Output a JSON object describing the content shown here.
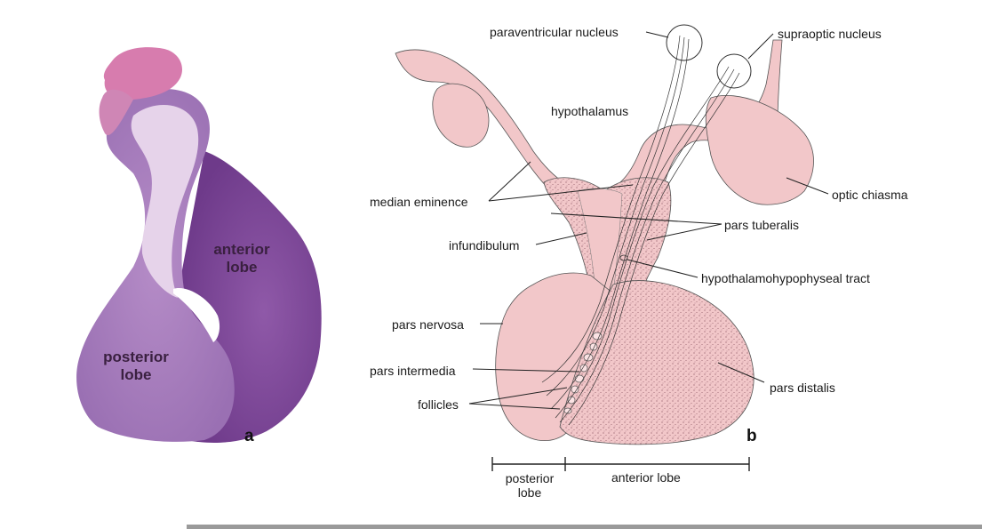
{
  "panel_a": {
    "letter": "a",
    "labels": {
      "anterior": "anterior\nlobe",
      "posterior": "posterior\nlobe"
    }
  },
  "panel_b": {
    "letter": "b",
    "labels": {
      "paraventricular_nucleus": "paraventricular nucleus",
      "supraoptic_nucleus": "supraoptic nucleus",
      "hypothalamus": "hypothalamus",
      "median_eminence": "median eminence",
      "optic_chiasma": "optic chiasma",
      "pars_tuberalis": "pars tuberalis",
      "infundibulum": "infundibulum",
      "hypothalamohypophyseal_tract": "hypothalamohypophyseal tract",
      "pars_nervosa": "pars nervosa",
      "pars_intermedia": "pars intermedia",
      "follicles": "follicles",
      "pars_distalis": "pars distalis",
      "posterior_lobe_scale": "posterior\nlobe",
      "anterior_lobe_scale": "anterior lobe"
    }
  },
  "colors": {
    "tissue_pink": "#f2c7c9",
    "stain_purple": "#8a4e9c",
    "stain_light": "#d9bfe0"
  }
}
